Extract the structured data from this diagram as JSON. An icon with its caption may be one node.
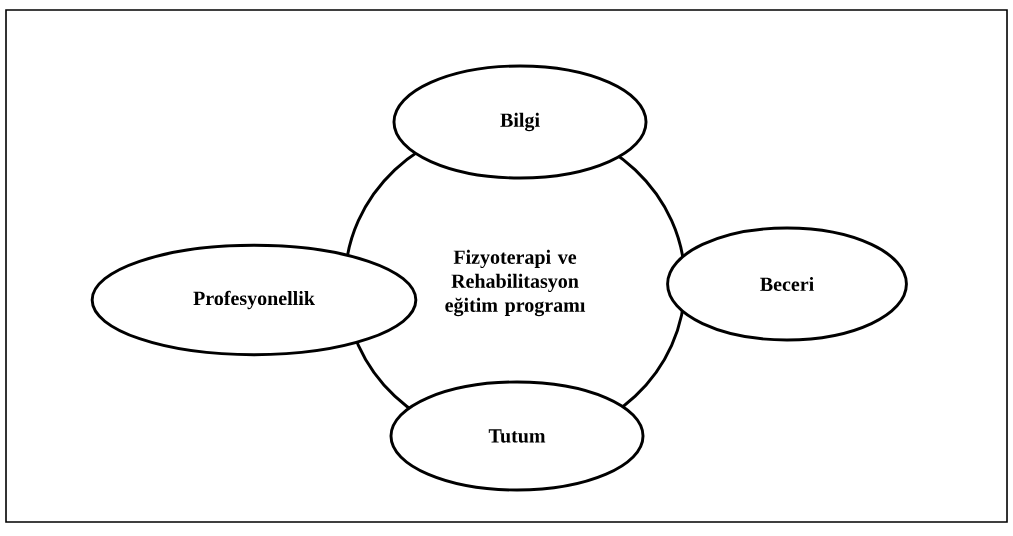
{
  "diagram": {
    "nodes": [
      {
        "text": [
          "Fizyoterapi ve Rehabilitasyon eğitim programı"
        ]
      },
      {
        "text": [
          "Bilgi"
        ]
      },
      {
        "text": [
          "Profesyonellik"
        ]
      },
      {
        "text": [
          "Beceri"
        ]
      },
      {
        "text": [
          "Tutum"
        ]
      }
    ]
  }
}
